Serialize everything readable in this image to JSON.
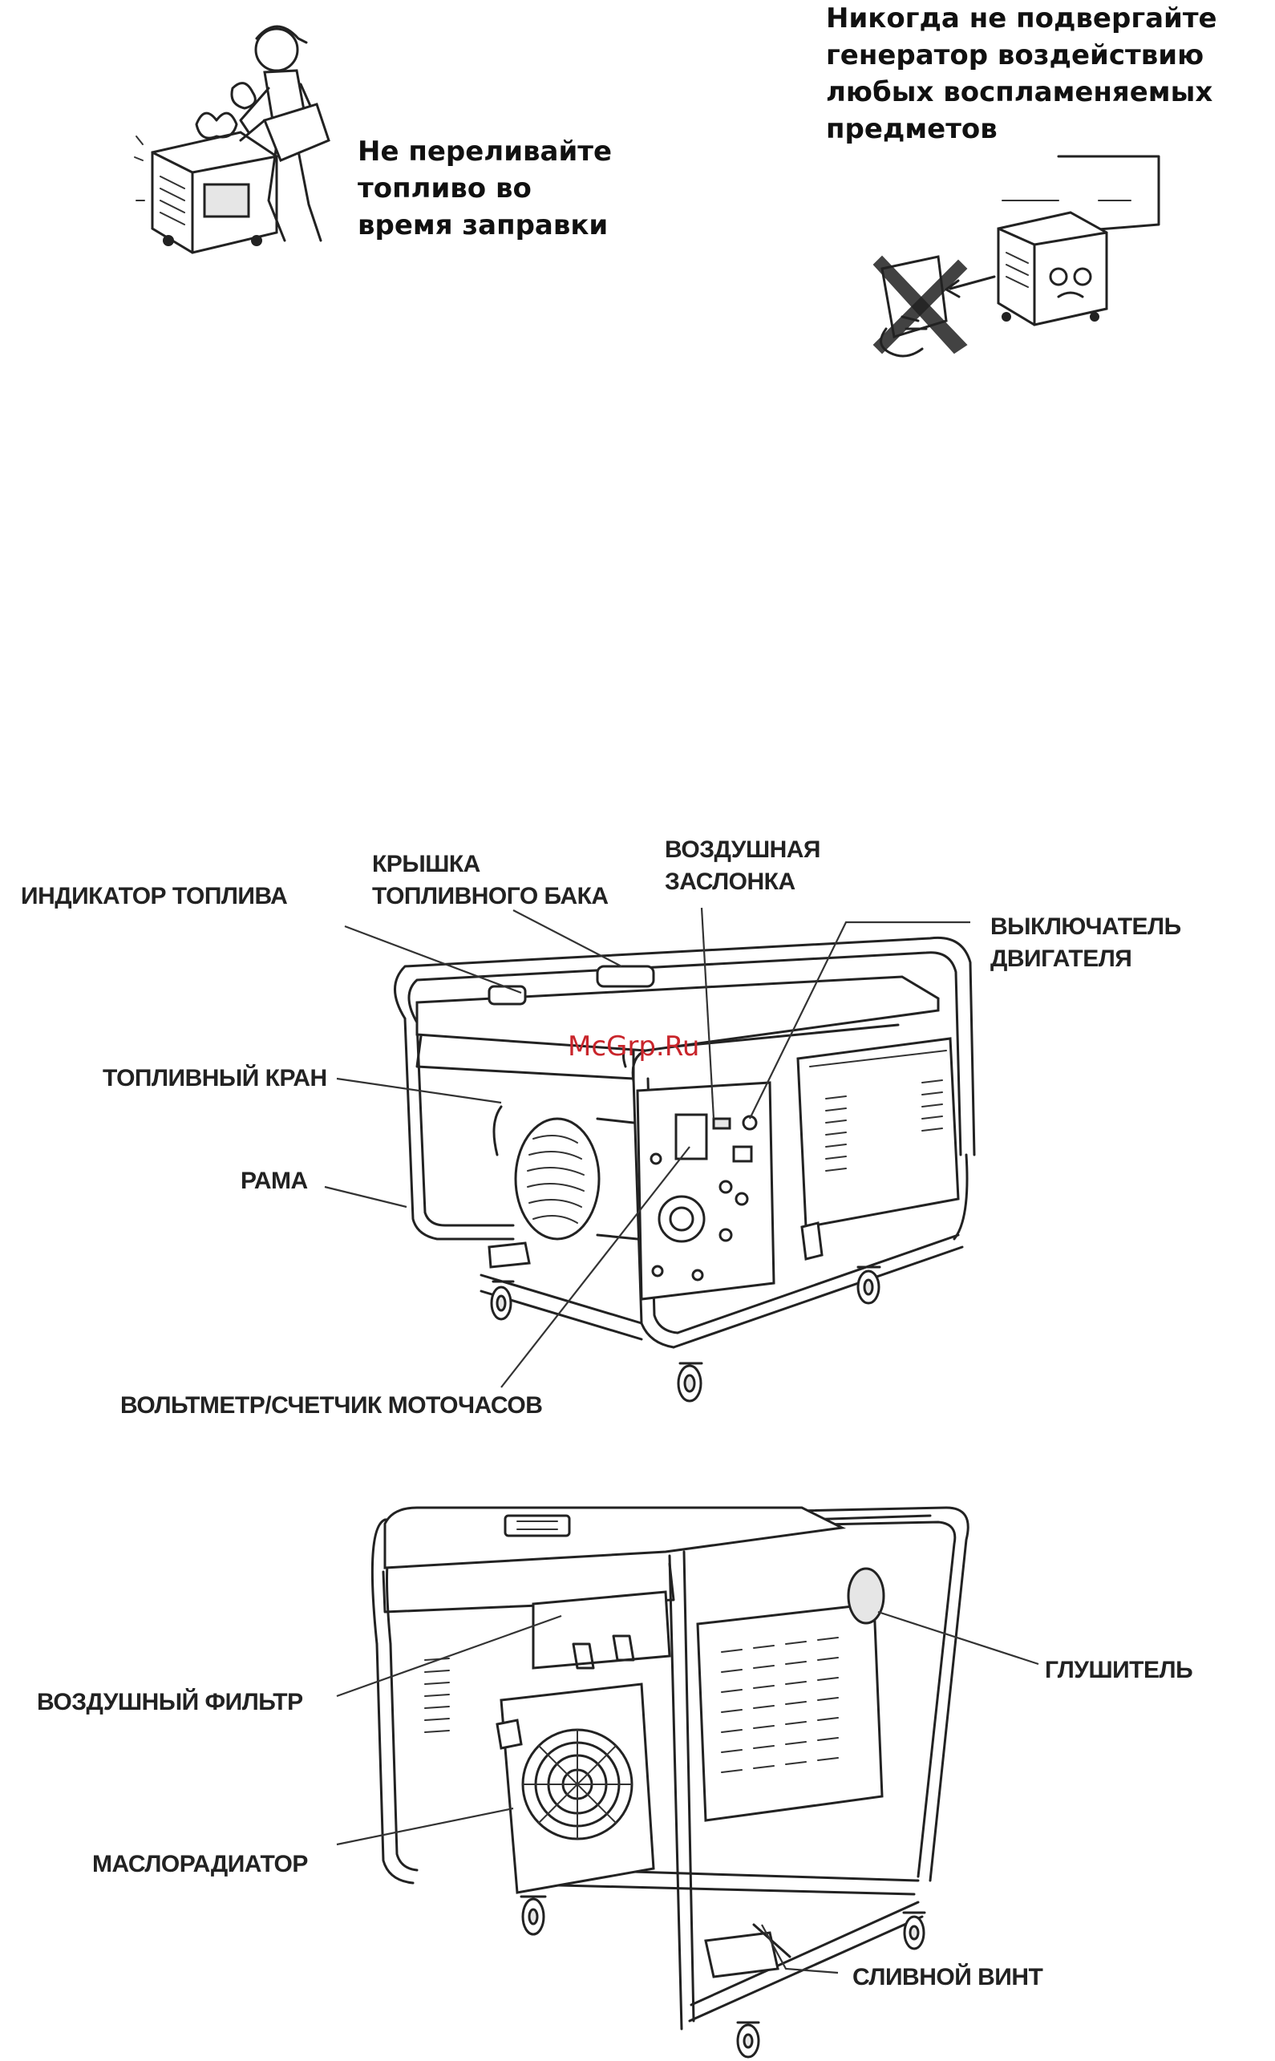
{
  "warnings": {
    "no_spill": {
      "lines": [
        "Не переливайте",
        "топливо во",
        "время заправки"
      ]
    },
    "no_flammables": {
      "lines": [
        "Никогда не подвергайте",
        "генератор воздействию",
        "любых воспламеняемых",
        "предметов"
      ]
    }
  },
  "watermark": "McGrp.Ru",
  "front_view": {
    "labels": {
      "fuel_indicator": "ИНДИКАТОР ТОПЛИВА",
      "fuel_cap": [
        "КРЫШКА",
        "ТОПЛИВНОГО БАКА"
      ],
      "choke": [
        "ВОЗДУШНАЯ",
        "ЗАСЛОНКА"
      ],
      "engine_switch": [
        "ВЫКЛЮЧАТЕЛЬ",
        "ДВИГАТЕЛЯ"
      ],
      "fuel_valve": "ТОПЛИВНЫЙ КРАН",
      "frame": "РАМА",
      "voltmeter": "ВОЛЬТМЕТР/СЧЕТЧИК МОТОЧАСОВ"
    }
  },
  "rear_view": {
    "labels": {
      "muffler": "ГЛУШИТЕЛЬ",
      "air_filter": "ВОЗДУШНЫЙ ФИЛЬТР",
      "oil_cooler": "МАСЛОРАДИАТОР",
      "drain_screw": "СЛИВНОЙ ВИНТ"
    }
  }
}
